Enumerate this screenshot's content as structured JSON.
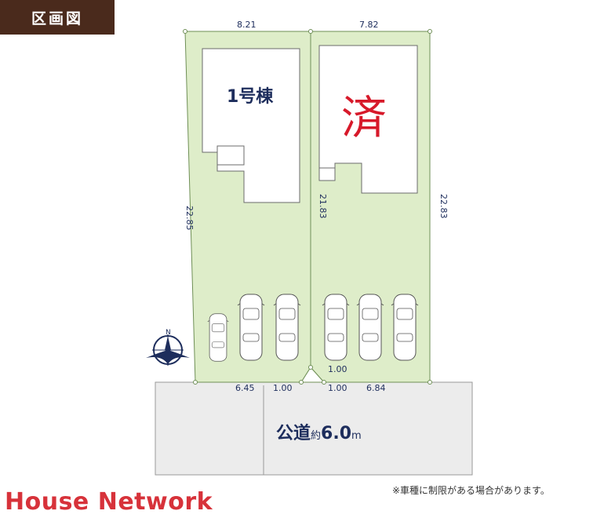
{
  "header": {
    "tag_label": "区画図"
  },
  "lots": {
    "left": {
      "label": "1号棟",
      "dims": {
        "top": "8.21",
        "left": "22.85",
        "bottom": "6.45"
      }
    },
    "right": {
      "label": "済",
      "dims": {
        "top": "7.82",
        "left": "21.83",
        "right": "22.83",
        "bottom": "6.84"
      }
    }
  },
  "corner_dims": {
    "c1": "1.00",
    "c2": "1.00",
    "c3": "1.00"
  },
  "road": {
    "name": "公道",
    "prefix": "約",
    "width": "6.0",
    "unit": "m"
  },
  "compass": {
    "north": "N"
  },
  "footer": {
    "brand": "House Network",
    "note": "※車種に制限がある場合があります。"
  },
  "colors": {
    "lot_fill": "#deedc9",
    "lot_stroke": "#6f8f56",
    "road_fill": "#ececec",
    "text_navy": "#1d2d5c",
    "sold_red": "#d7192a",
    "brand_red": "#d7323a",
    "header_bg": "#4a2a1c"
  },
  "icons": [
    "car-icon",
    "compass-icon"
  ]
}
